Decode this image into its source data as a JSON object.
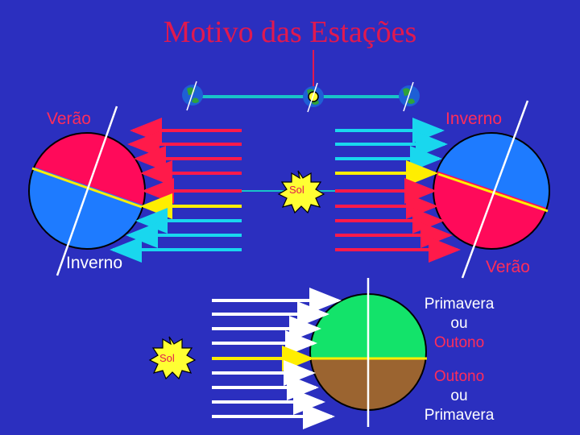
{
  "title": "Motivo das Estações",
  "labels": {
    "top_left": "Verão",
    "top_right": "Inverno",
    "bottom_left": "Inverno",
    "bottom_right": "Verão",
    "sun": "Sol",
    "sun_bottom": "Sol"
  },
  "equinox_top": {
    "line1": "Primavera",
    "line2": "ou",
    "line3": "Outono"
  },
  "equinox_bottom": {
    "line1": "Outono",
    "line2": "ou",
    "line3": "Primavera"
  },
  "colors": {
    "background": "#2b2fbf",
    "summer": "#ff0a5a",
    "winter": "#1e7bff",
    "spring": "#13e36a",
    "autumn": "#9b6430",
    "sun": "#ffff33",
    "ray_red": "#ff1a4a",
    "ray_yellow": "#ffee00",
    "ray_cyan": "#19d7ee",
    "ray_white": "#ffffff"
  }
}
